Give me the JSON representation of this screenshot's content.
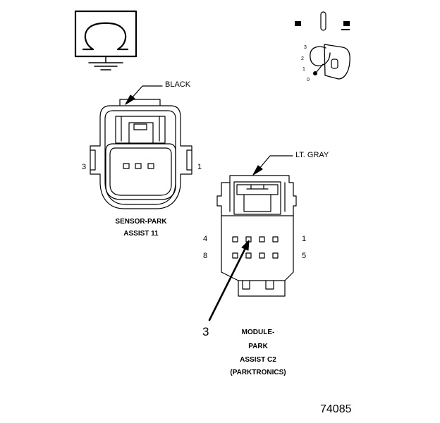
{
  "ground_symbol": {
    "icon": "ohm-ground-symbol-icon",
    "glyph": "Ω"
  },
  "ignition_key": {
    "icon": "ignition-key-icon",
    "positions": [
      "3",
      "2",
      "1",
      "0"
    ]
  },
  "sensor_connector": {
    "wire_color": "BLACK",
    "pin_left": "3",
    "pin_right": "1",
    "name_line1": "SENSOR-PARK",
    "name_line2": "ASSIST 11"
  },
  "module_connector": {
    "wire_color": "LT. GRAY",
    "pin_top_left": "4",
    "pin_top_right": "1",
    "pin_bottom_left": "8",
    "pin_bottom_right": "5",
    "name_line1": "MODULE-",
    "name_line2": "PARK",
    "name_line3": "ASSIST C2",
    "name_line4": "(PARKTRONICS)"
  },
  "callout": "3",
  "figure_number": "74085"
}
